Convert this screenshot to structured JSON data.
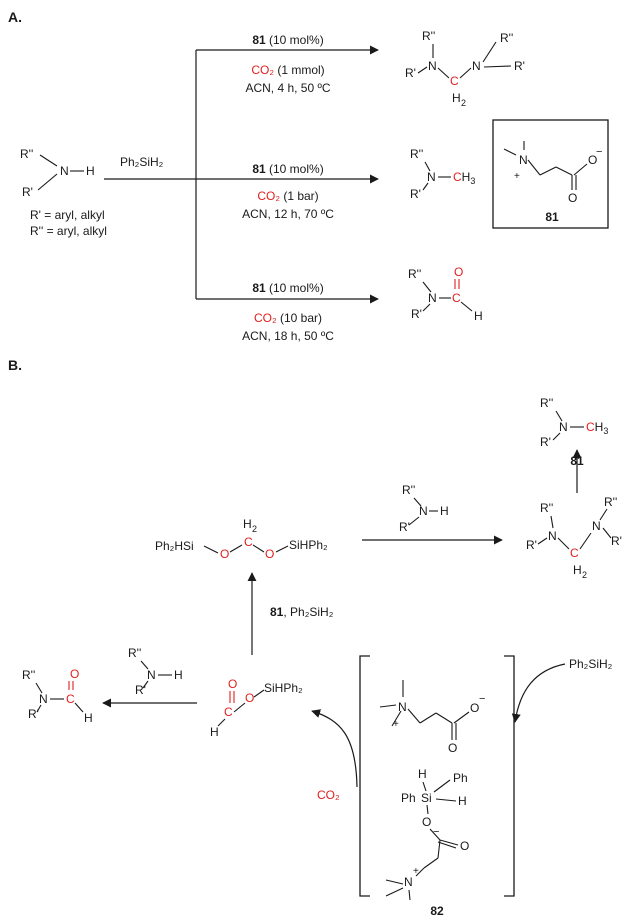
{
  "sections": {
    "a": "A.",
    "b": "B."
  },
  "atoms": {
    "rpp": "R''",
    "rp": "R'",
    "n": "N",
    "h": "H",
    "c": "C",
    "o": "O",
    "ch3_c": "C",
    "ch3_h": "H",
    "ch3_3": "3",
    "h2_h": "H",
    "h2_2": "2",
    "minus": "−",
    "plus": "+",
    "si": "Si",
    "ph": "Ph"
  },
  "part_a": {
    "reagent": "Ph₂SiH₂",
    "substituents": [
      "R' = aryl, alkyl",
      "R'' = aryl, alkyl"
    ],
    "catalyst_id": "81",
    "catalyst_loading": " (10 mol%)",
    "conditions": [
      {
        "co2": "CO₂",
        "co2_amount": " (1 mmol)",
        "solvent": "ACN, 4 h, 50 ºC"
      },
      {
        "co2": "CO₂",
        "co2_amount": " (1 bar)",
        "solvent": "ACN, 12 h, 70 ºC"
      },
      {
        "co2": "CO₂",
        "co2_amount": " (10 bar)",
        "solvent": "ACN, 18 h, 50 ºC"
      }
    ],
    "box_label": "81"
  },
  "part_b": {
    "acetal_left": "Ph₂HSi",
    "acetal_right": "SiHPh₂",
    "silyl_formate": "SiHPh₂",
    "reagent_label_id": "81",
    "reagent_label_rest": ", Ph₂SiH₂",
    "top_label": "81",
    "silane": "Ph₂SiH₂",
    "co2": "CO₂",
    "intermediate_label": "82"
  }
}
